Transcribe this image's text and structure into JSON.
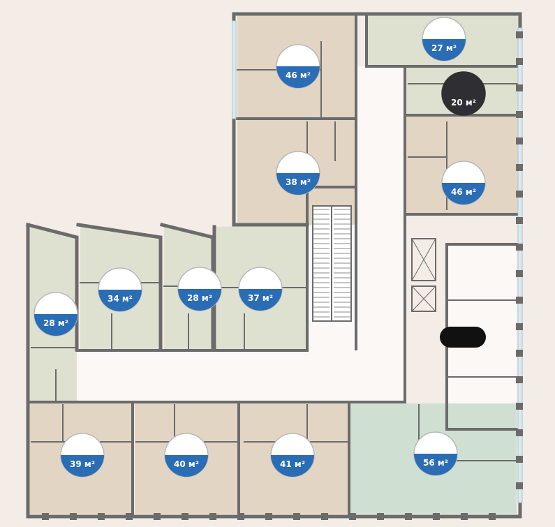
{
  "colors": {
    "page_background": "#f3ece7",
    "wall": "#6b6b6b",
    "unit_beige": "#e3d5c4",
    "unit_sage": "#dfe1d0",
    "unit_green": "#cfe0d2",
    "corridor": "#fbf8f6",
    "badge_blue": "#2a6db5",
    "badge_dark": "#2f2f33",
    "window": "#dbeaf0"
  },
  "units": [
    {
      "id": "u46a",
      "label": "46 м²",
      "fill_fraction": 0.5,
      "state": "available"
    },
    {
      "id": "u27",
      "label": "27 м²",
      "fill_fraction": 0.5,
      "state": "available"
    },
    {
      "id": "u20",
      "label": "20 м²",
      "fill_fraction": 0.5,
      "state": "selected"
    },
    {
      "id": "u38",
      "label": "38 м²",
      "fill_fraction": 0.5,
      "state": "available"
    },
    {
      "id": "u46b",
      "label": "46 м²",
      "fill_fraction": 0.5,
      "state": "available"
    },
    {
      "id": "u34",
      "label": "34 м²",
      "fill_fraction": 0.5,
      "state": "available"
    },
    {
      "id": "u28a",
      "label": "28 м²",
      "fill_fraction": 0.5,
      "state": "available"
    },
    {
      "id": "u37",
      "label": "37 м²",
      "fill_fraction": 0.5,
      "state": "available"
    },
    {
      "id": "u28b",
      "label": "28 м²",
      "fill_fraction": 0.5,
      "state": "available"
    },
    {
      "id": "u39",
      "label": "39 м²",
      "fill_fraction": 0.5,
      "state": "available"
    },
    {
      "id": "u40",
      "label": "40 м²",
      "fill_fraction": 0.5,
      "state": "available"
    },
    {
      "id": "u41",
      "label": "41 м²",
      "fill_fraction": 0.5,
      "state": "available"
    },
    {
      "id": "u56",
      "label": "56 м²",
      "fill_fraction": 0.5,
      "state": "available"
    }
  ]
}
